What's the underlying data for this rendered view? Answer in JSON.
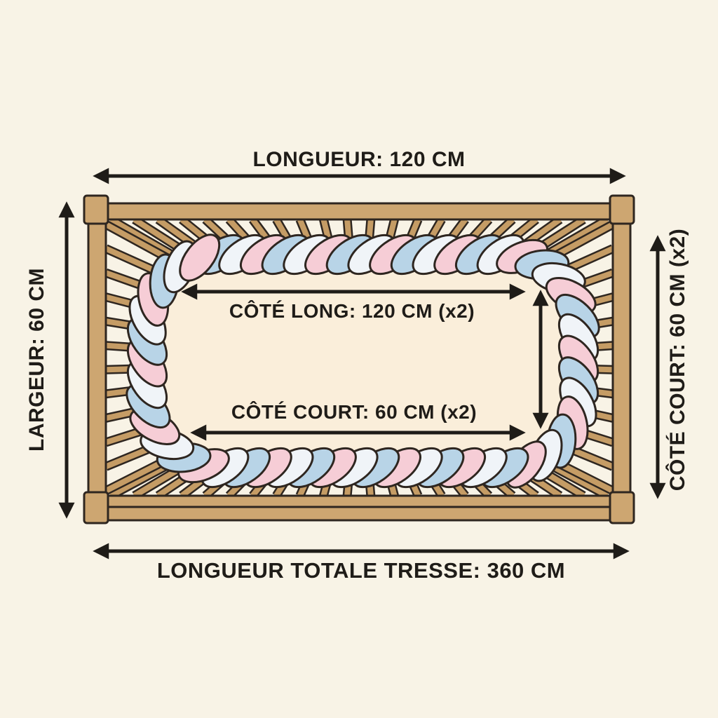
{
  "diagram": {
    "subject": "Dimensions d'une tresse de tour de lit bébé (vue de dessus du lit à barreaux)",
    "labels": {
      "longueur": "LONGUEUR: 120 CM",
      "largeur": "LARGEUR: 60 CM",
      "cote_court_side": "CÔTÉ COURT: 60 CM (x2)",
      "cote_long_inner": "CÔTÉ LONG: 120 CM (x2)",
      "cote_court_inner": "CÔTÉ COURT: 60 CM (x2)",
      "longueur_totale": "LONGUEUR TOTALE TRESSE: 360 CM"
    },
    "measurements": [
      {
        "name": "Longueur",
        "value_cm": 120
      },
      {
        "name": "Largeur",
        "value_cm": 60
      },
      {
        "name": "Côté long",
        "value_cm": 120,
        "count": 2
      },
      {
        "name": "Côté court",
        "value_cm": 60,
        "count": 2
      },
      {
        "name": "Longueur totale tresse",
        "value_cm": 360
      }
    ],
    "colors": {
      "background": "#f8f3e6",
      "mattress": "#faeeda",
      "wood": "#cda671",
      "wood_slat": "#c59c65",
      "outline": "#2e2620",
      "arrow": "#1f1c18",
      "braid_blue": "#b8d4e7",
      "braid_white": "#f0f4f8",
      "braid_pink": "#f6cdd6"
    }
  }
}
